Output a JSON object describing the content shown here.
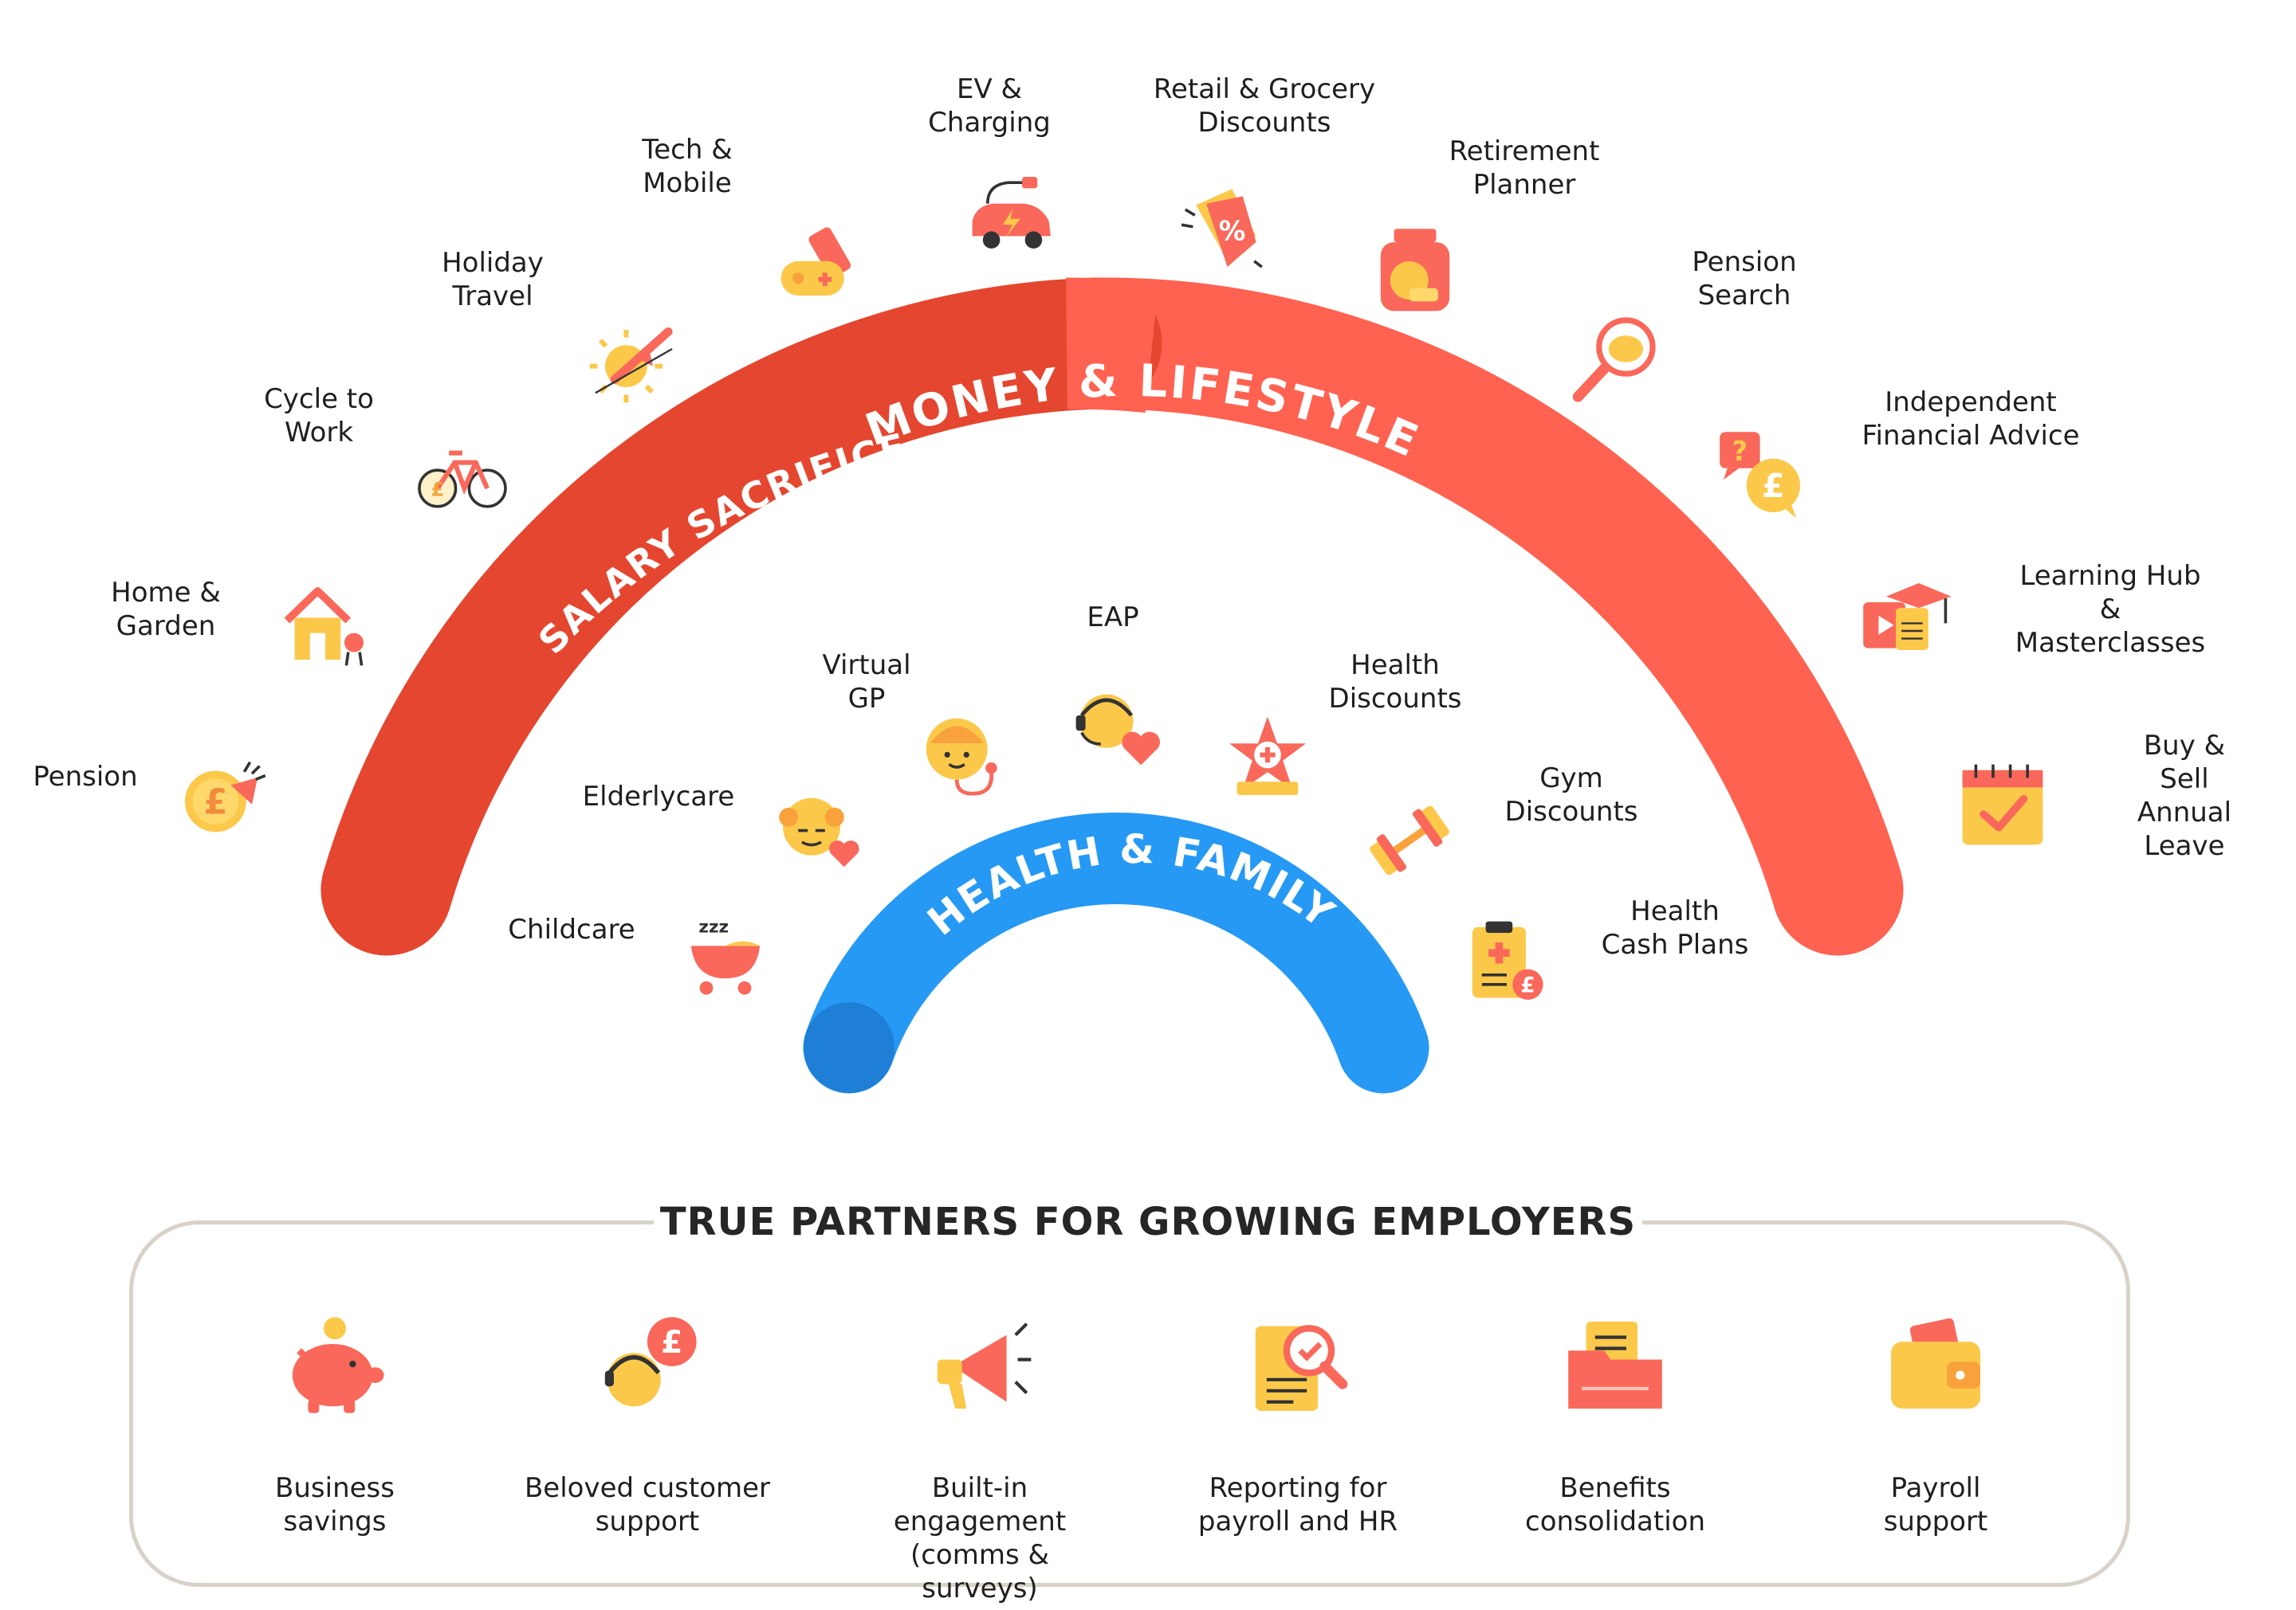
{
  "arcs": {
    "outer_left": "SALARY SACRIFICE",
    "outer_right": "MONEY & LIFESTYLE",
    "inner": "HEALTH & FAMILY"
  },
  "benefits": {
    "pension": "Pension",
    "home_garden": "Home &\nGarden",
    "cycle_to_work": "Cycle to\nWork",
    "holiday_travel": "Holiday\nTravel",
    "tech_mobile": "Tech &\nMobile",
    "ev_charging": "EV &\nCharging",
    "retail_grocery": "Retail & Grocery\nDiscounts",
    "retirement_planner": "Retirement\nPlanner",
    "pension_search": "Pension\nSearch",
    "independent_financial_advice": "Independent\nFinancial Advice",
    "learning_hub": "Learning Hub &\nMasterclasses",
    "buy_sell_leave": "Buy & Sell\nAnnual Leave",
    "childcare": "Childcare",
    "elderlycare": "Elderlycare",
    "virtual_gp": "Virtual\nGP",
    "eap": "EAP",
    "health_discounts": "Health\nDiscounts",
    "gym_discounts": "Gym\nDiscounts",
    "health_cash_plans": "Health\nCash Plans"
  },
  "partners": {
    "title": "TRUE PARTNERS FOR GROWING EMPLOYERS",
    "items": [
      {
        "label": "Business\nsavings",
        "icon": "piggy-bank-icon"
      },
      {
        "label": "Beloved customer\nsupport",
        "icon": "support-agent-icon"
      },
      {
        "label": "Built-in engagement\n(comms & surveys)",
        "icon": "megaphone-icon"
      },
      {
        "label": "Reporting for\npayroll and HR",
        "icon": "report-magnifier-icon"
      },
      {
        "label": "Benefits\nconsolidation",
        "icon": "folder-icon"
      },
      {
        "label": "Payroll\nsupport",
        "icon": "wallet-icon"
      }
    ]
  },
  "colors": {
    "salary_sacrifice": "#e5462f",
    "money_lifestyle": "#ff6250",
    "health_family": "#2699f5",
    "icon_yellow": "#fcc84a",
    "icon_coral": "#f9685a",
    "frame": "#d9d2c8"
  }
}
